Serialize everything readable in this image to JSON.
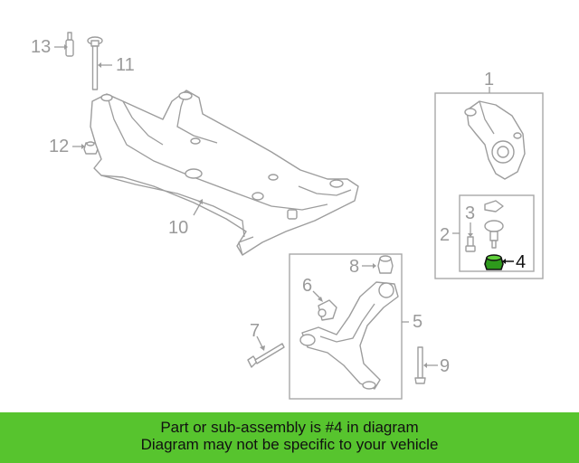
{
  "diagram": {
    "callouts": {
      "c1": "1",
      "c2": "2",
      "c3": "3",
      "c4": "4",
      "c5": "5",
      "c6": "6",
      "c7": "7",
      "c8": "8",
      "c9": "9",
      "c10": "10",
      "c11": "11",
      "c12": "12",
      "c13": "13"
    },
    "highlighted_part": "4",
    "colors": {
      "highlight_part": "#2e9a1c",
      "banner": "#57c42e",
      "lines": "#9d9d9d"
    }
  },
  "banner": {
    "line1": "Part or sub-assembly is #4 in diagram",
    "line2": "Diagram may not be specific to your vehicle"
  }
}
